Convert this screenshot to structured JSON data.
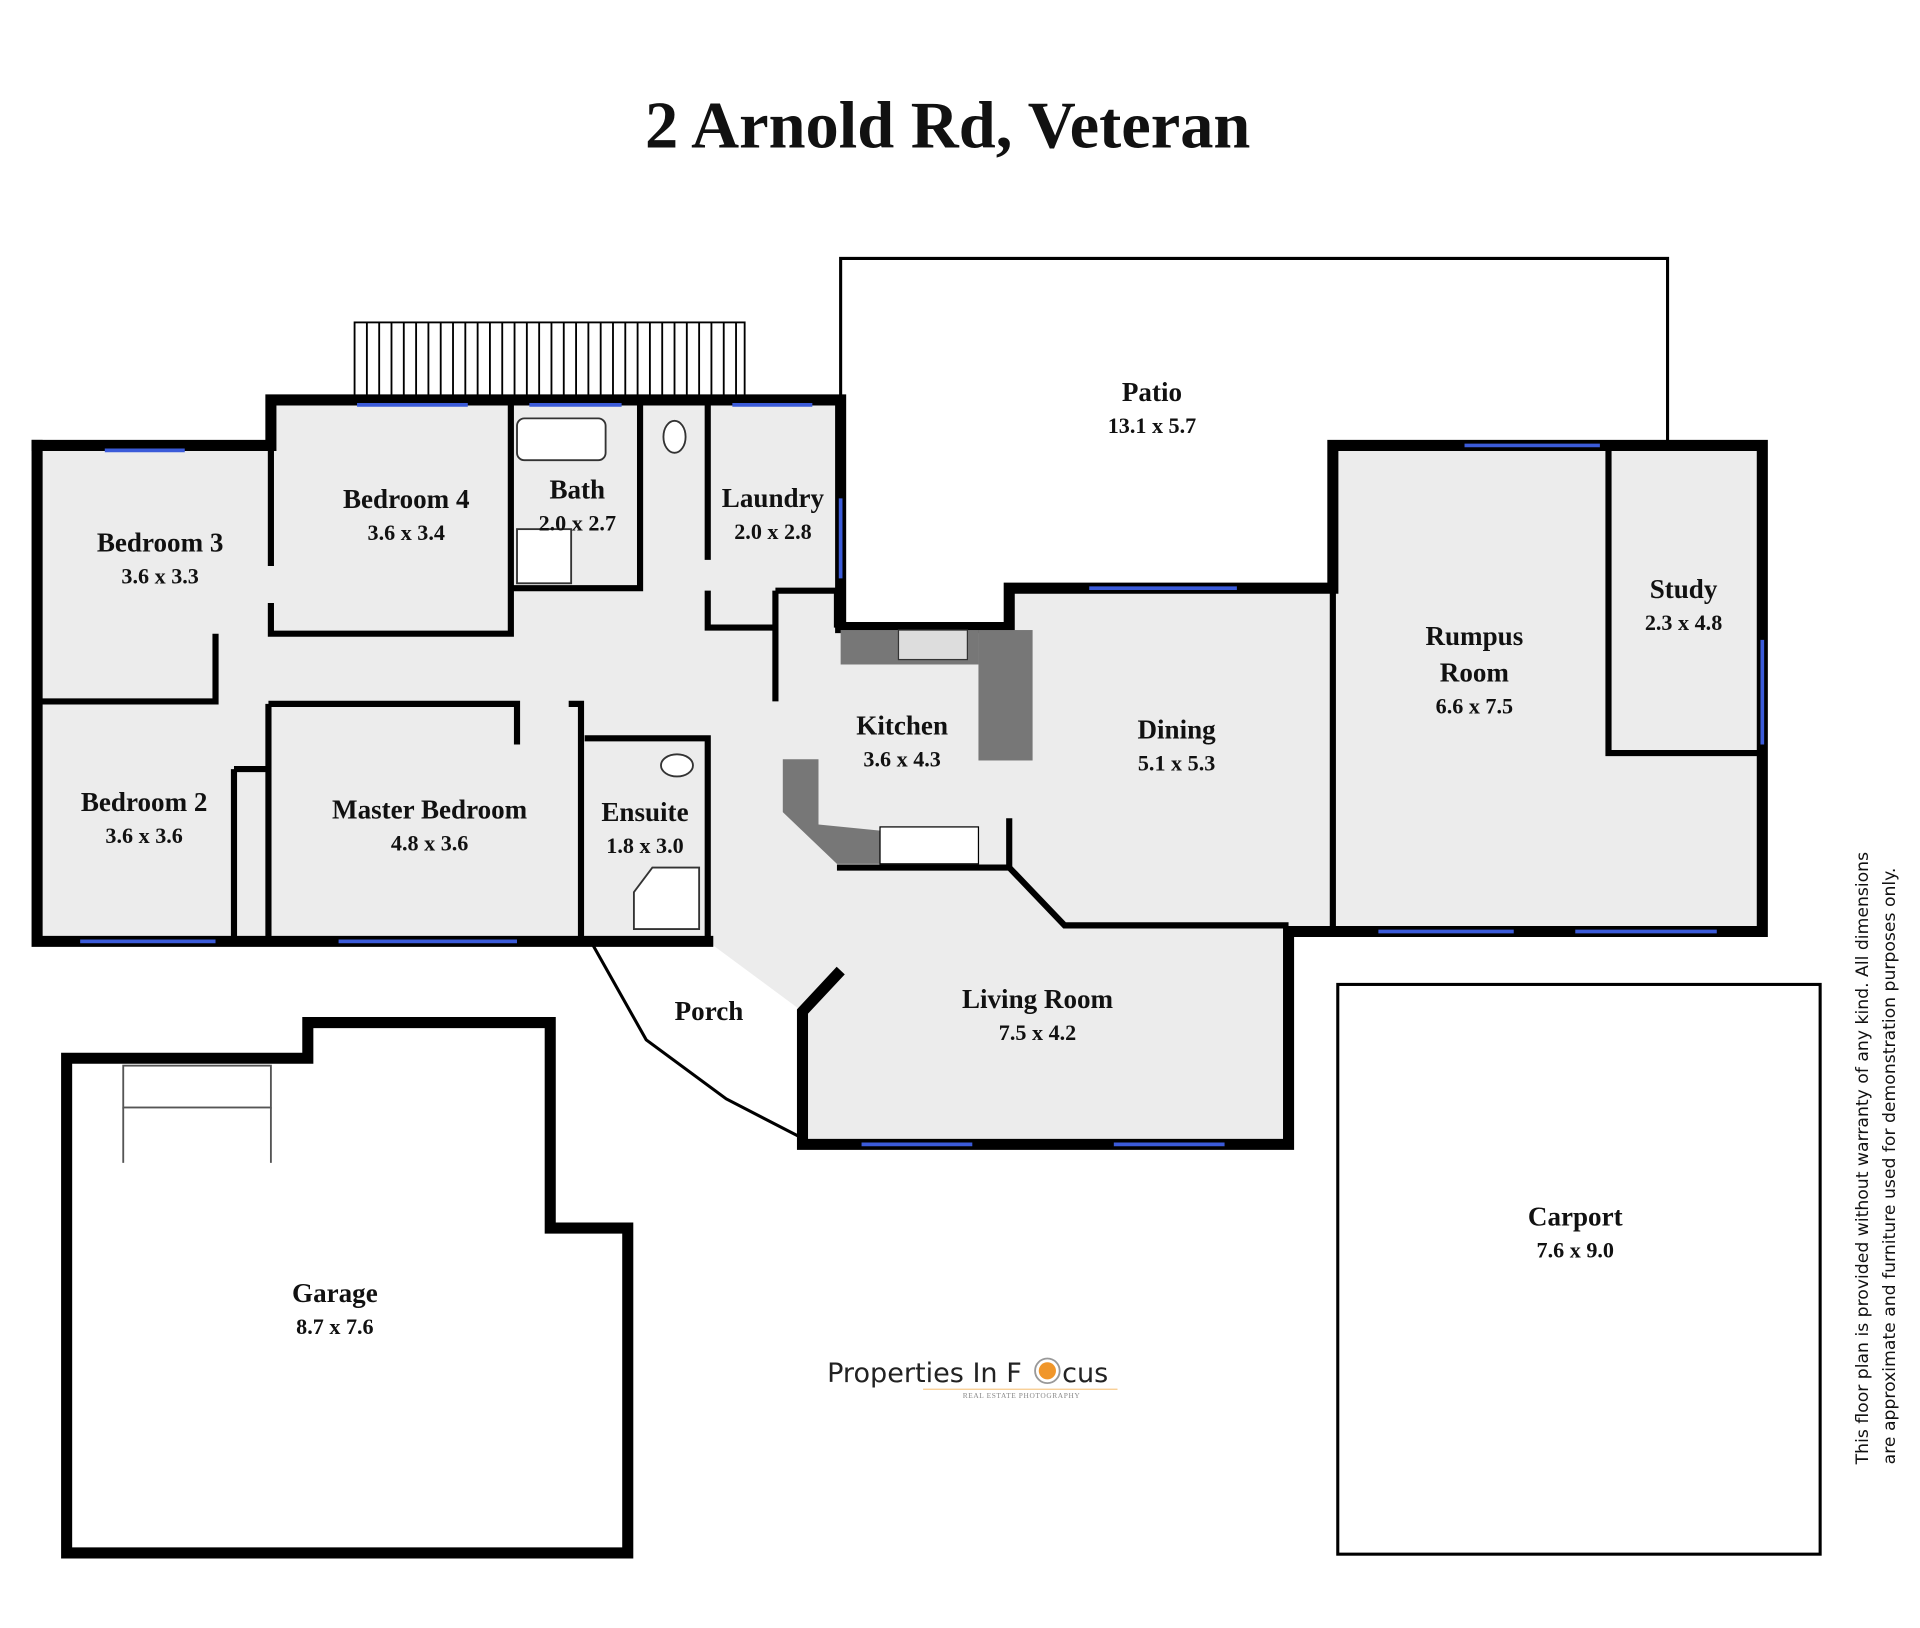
{
  "title": "2 Arnold Rd, Veteran",
  "rooms": {
    "patio": {
      "name": "Patio",
      "dims": "13.1 x 5.7"
    },
    "bedroom4": {
      "name": "Bedroom 4",
      "dims": "3.6 x 3.4"
    },
    "bath": {
      "name": "Bath",
      "dims": "2.0 x 2.7"
    },
    "laundry": {
      "name": "Laundry",
      "dims": "2.0 x 2.8"
    },
    "bedroom3": {
      "name": "Bedroom 3",
      "dims": "3.6 x 3.3"
    },
    "study": {
      "name": "Study",
      "dims": "2.3 x 4.8"
    },
    "rumpus": {
      "name1": "Rumpus",
      "name2": "Room",
      "dims": "6.6 x 7.5"
    },
    "kitchen": {
      "name": "Kitchen",
      "dims": "3.6 x 4.3"
    },
    "dining": {
      "name": "Dining",
      "dims": "5.1 x 5.3"
    },
    "bedroom2": {
      "name": "Bedroom 2",
      "dims": "3.6 x 3.6"
    },
    "master": {
      "name": "Master Bedroom",
      "dims": "4.8 x 3.6"
    },
    "ensuite": {
      "name": "Ensuite",
      "dims": "1.8 x 3.0"
    },
    "porch": {
      "name": "Porch"
    },
    "living": {
      "name": "Living Room",
      "dims": "7.5 x 4.2"
    },
    "garage": {
      "name": "Garage",
      "dims": "8.7 x 7.6"
    },
    "carport": {
      "name": "Carport",
      "dims": "7.6 x 9.0"
    }
  },
  "logo": {
    "text_before": "Properties In F",
    "text_after": "cus",
    "tagline": "REAL ESTATE PHOTOGRAPHY",
    "accent": "#f0962a"
  },
  "disclaimer": {
    "line1": "This floor plan is provided without warranty of any kind. All dimensions",
    "line2": "are approximate and furniture used for demonstration purposes only."
  }
}
